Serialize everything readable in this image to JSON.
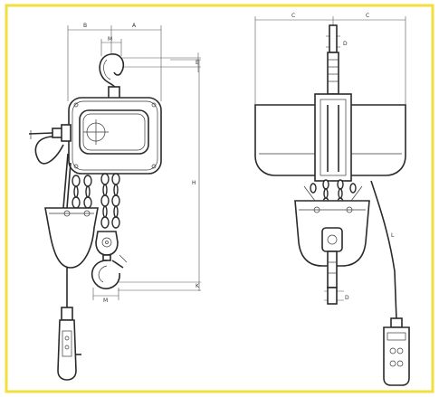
{
  "colors": {
    "border": "#f2df3c",
    "line": "#2a2a2a",
    "background": "#ffffff"
  },
  "dimension_labels": {
    "left_view": {
      "B": "B",
      "A": "A",
      "M_top": "M",
      "E": "E",
      "H": "H",
      "K": "K",
      "M_bottom": "M"
    },
    "right_view": {
      "C_left": "C",
      "C_right": "C",
      "D_top": "D",
      "D_bottom": "D",
      "L": "L"
    }
  }
}
